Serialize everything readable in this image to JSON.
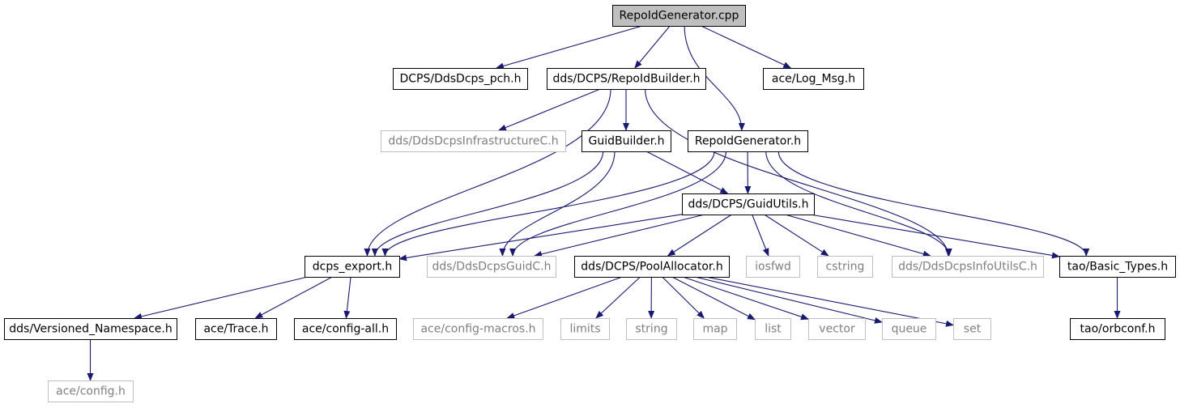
{
  "colors": {
    "edge": "#191970",
    "node_text": "#000000",
    "node_border": "#000000",
    "external_text": "#7f7f7f",
    "external_border": "#bfbfbf",
    "root_fill": "#bfbfbf",
    "fill": "#ffffff"
  },
  "nodes": [
    {
      "id": "repoid_gen_cpp",
      "label": "RepoIdGenerator.cpp",
      "kind": "root"
    },
    {
      "id": "ddsdcps_pch",
      "label": "DCPS/DdsDcps_pch.h",
      "kind": "file"
    },
    {
      "id": "repoid_builder",
      "label": "dds/DCPS/RepoIdBuilder.h",
      "kind": "file"
    },
    {
      "id": "log_msg",
      "label": "ace/Log_Msg.h",
      "kind": "file"
    },
    {
      "id": "infrastructure_c",
      "label": "dds/DdsDcpsInfrastructureC.h",
      "kind": "external"
    },
    {
      "id": "guid_builder",
      "label": "GuidBuilder.h",
      "kind": "file"
    },
    {
      "id": "repoid_gen_h",
      "label": "RepoIdGenerator.h",
      "kind": "file"
    },
    {
      "id": "guid_utils",
      "label": "dds/DCPS/GuidUtils.h",
      "kind": "file"
    },
    {
      "id": "dcps_export",
      "label": "dcps_export.h",
      "kind": "file"
    },
    {
      "id": "guid_c",
      "label": "dds/DdsDcpsGuidC.h",
      "kind": "external"
    },
    {
      "id": "pool_alloc",
      "label": "dds/DCPS/PoolAllocator.h",
      "kind": "file"
    },
    {
      "id": "iosfwd",
      "label": "iosfwd",
      "kind": "external"
    },
    {
      "id": "cstring",
      "label": "cstring",
      "kind": "external"
    },
    {
      "id": "infoutils_c",
      "label": "dds/DdsDcpsInfoUtilsC.h",
      "kind": "external"
    },
    {
      "id": "basic_types",
      "label": "tao/Basic_Types.h",
      "kind": "file"
    },
    {
      "id": "versioned_ns",
      "label": "dds/Versioned_Namespace.h",
      "kind": "file"
    },
    {
      "id": "ace_trace",
      "label": "ace/Trace.h",
      "kind": "file"
    },
    {
      "id": "config_all",
      "label": "ace/config-all.h",
      "kind": "file"
    },
    {
      "id": "config_macros",
      "label": "ace/config-macros.h",
      "kind": "external"
    },
    {
      "id": "limits",
      "label": "limits",
      "kind": "external"
    },
    {
      "id": "string",
      "label": "string",
      "kind": "external"
    },
    {
      "id": "map",
      "label": "map",
      "kind": "external"
    },
    {
      "id": "list",
      "label": "list",
      "kind": "external"
    },
    {
      "id": "vector",
      "label": "vector",
      "kind": "external"
    },
    {
      "id": "queue",
      "label": "queue",
      "kind": "external"
    },
    {
      "id": "set",
      "label": "set",
      "kind": "external"
    },
    {
      "id": "orbconf",
      "label": "tao/orbconf.h",
      "kind": "file"
    },
    {
      "id": "ace_config",
      "label": "ace/config.h",
      "kind": "external"
    }
  ],
  "edges": [
    {
      "from": "repoid_gen_cpp",
      "to": "ddsdcps_pch"
    },
    {
      "from": "repoid_gen_cpp",
      "to": "repoid_builder"
    },
    {
      "from": "repoid_gen_cpp",
      "to": "repoid_gen_h"
    },
    {
      "from": "repoid_gen_cpp",
      "to": "log_msg"
    },
    {
      "from": "repoid_builder",
      "to": "dcps_export"
    },
    {
      "from": "repoid_builder",
      "to": "infrastructure_c"
    },
    {
      "from": "repoid_builder",
      "to": "guid_builder"
    },
    {
      "from": "repoid_builder",
      "to": "infoutils_c"
    },
    {
      "from": "guid_builder",
      "to": "dcps_export"
    },
    {
      "from": "guid_builder",
      "to": "guid_c"
    },
    {
      "from": "guid_builder",
      "to": "guid_utils"
    },
    {
      "from": "repoid_gen_h",
      "to": "guid_utils"
    },
    {
      "from": "repoid_gen_h",
      "to": "dcps_export"
    },
    {
      "from": "repoid_gen_h",
      "to": "guid_c"
    },
    {
      "from": "repoid_gen_h",
      "to": "infoutils_c"
    },
    {
      "from": "repoid_gen_h",
      "to": "basic_types"
    },
    {
      "from": "guid_utils",
      "to": "dcps_export"
    },
    {
      "from": "guid_utils",
      "to": "guid_c"
    },
    {
      "from": "guid_utils",
      "to": "pool_alloc"
    },
    {
      "from": "guid_utils",
      "to": "iosfwd"
    },
    {
      "from": "guid_utils",
      "to": "cstring"
    },
    {
      "from": "guid_utils",
      "to": "infoutils_c"
    },
    {
      "from": "guid_utils",
      "to": "basic_types"
    },
    {
      "from": "dcps_export",
      "to": "versioned_ns"
    },
    {
      "from": "dcps_export",
      "to": "ace_trace"
    },
    {
      "from": "dcps_export",
      "to": "config_all"
    },
    {
      "from": "pool_alloc",
      "to": "config_macros"
    },
    {
      "from": "pool_alloc",
      "to": "limits"
    },
    {
      "from": "pool_alloc",
      "to": "string"
    },
    {
      "from": "pool_alloc",
      "to": "map"
    },
    {
      "from": "pool_alloc",
      "to": "list"
    },
    {
      "from": "pool_alloc",
      "to": "vector"
    },
    {
      "from": "pool_alloc",
      "to": "queue"
    },
    {
      "from": "pool_alloc",
      "to": "set"
    },
    {
      "from": "basic_types",
      "to": "orbconf"
    },
    {
      "from": "versioned_ns",
      "to": "ace_config"
    }
  ]
}
